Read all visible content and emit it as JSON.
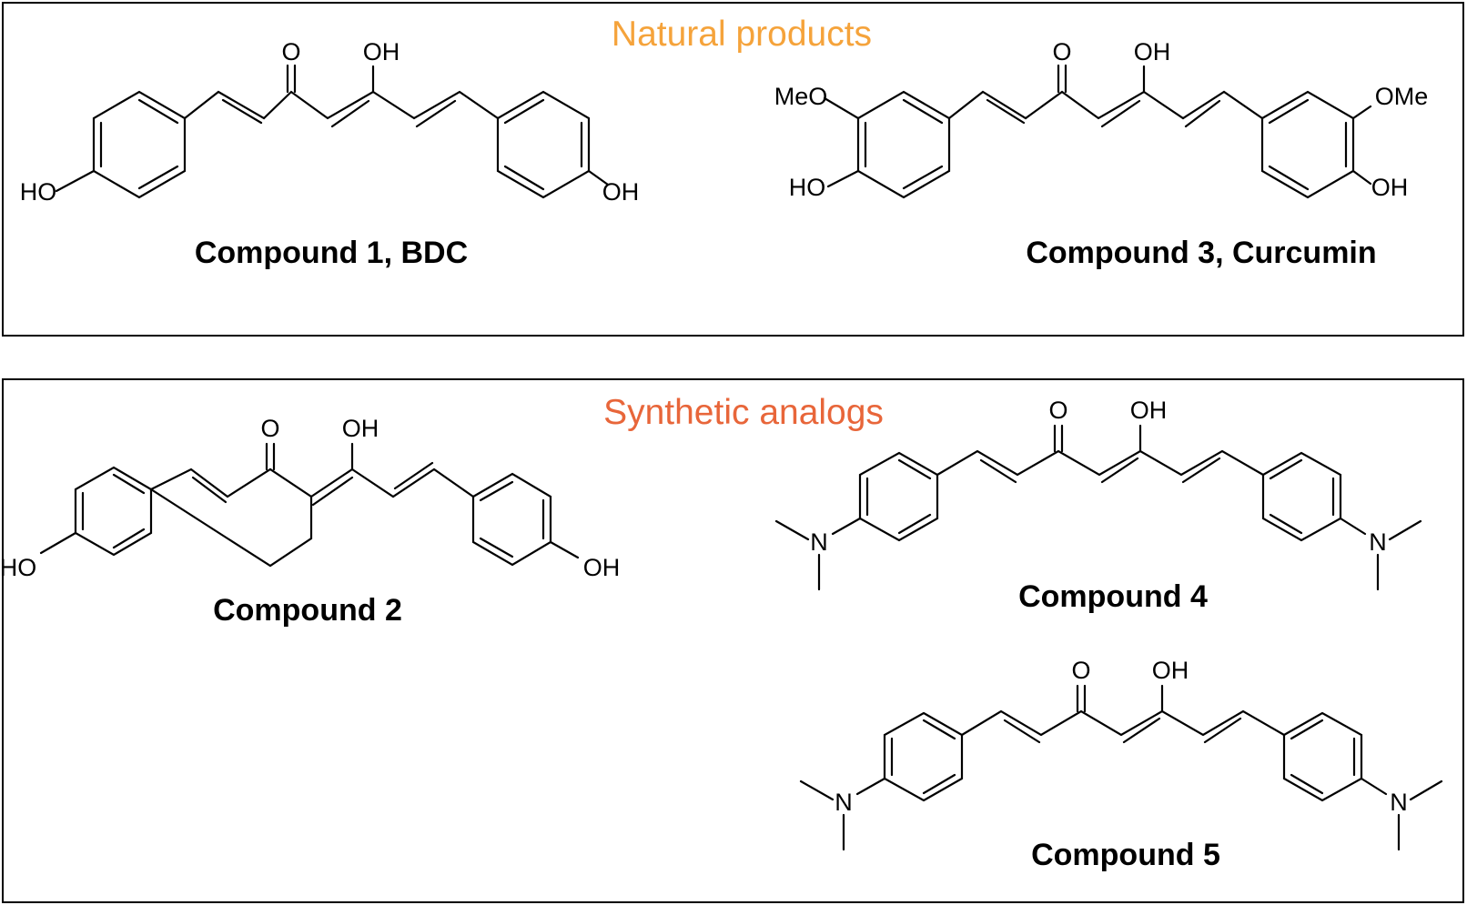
{
  "colors": {
    "natural_title": "#F5A33B",
    "synthetic_title": "#E8663A",
    "ink": "#000000"
  },
  "sections": {
    "natural": {
      "title": "Natural products"
    },
    "synthetic": {
      "title": "Synthetic analogs"
    }
  },
  "compounds": {
    "c1": {
      "name": "Compound 1, BDC",
      "o_label": "O",
      "oh_label": "OH",
      "left_sub": "HO",
      "right_sub": "OH"
    },
    "c3": {
      "name": "Compound 3, Curcumin",
      "o_label": "O",
      "oh_label": "OH",
      "left_meo": "MeO",
      "left_ho": "HO",
      "right_ome": "OMe",
      "right_oh": "OH"
    },
    "c2": {
      "name": "Compound 2",
      "o_label": "O",
      "oh_label": "OH",
      "left_sub": "HO",
      "right_sub": "OH"
    },
    "c4": {
      "name": "Compound 4",
      "o_label": "O",
      "oh_label": "OH",
      "left_n": "N",
      "right_n": "N"
    },
    "c5": {
      "name": "Compound 5",
      "o_label": "O",
      "oh_label": "OH",
      "left_n": "N",
      "right_n": "N"
    }
  }
}
